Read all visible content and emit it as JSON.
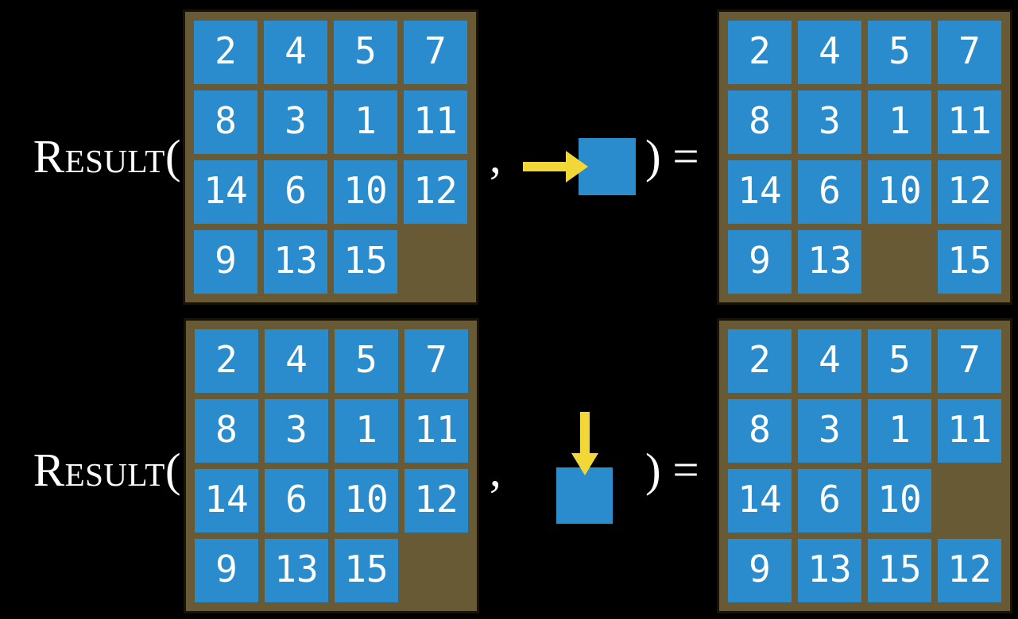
{
  "colors": {
    "background": "#000000",
    "frame": "#675a35",
    "frame_border": "#181208",
    "tile": "#2b8ccd",
    "arrow": "#f1d837",
    "text": "#ffffff"
  },
  "rows": [
    {
      "function_label": "Result(",
      "comma": ",",
      "close_label": ") =",
      "action": {
        "direction": "right",
        "icon": "right-arrow-icon"
      },
      "input_grid": [
        [
          "2",
          "4",
          "5",
          "7"
        ],
        [
          "8",
          "3",
          "1",
          "11"
        ],
        [
          "14",
          "6",
          "10",
          "12"
        ],
        [
          "9",
          "13",
          "15",
          ""
        ]
      ],
      "output_grid": [
        [
          "2",
          "4",
          "5",
          "7"
        ],
        [
          "8",
          "3",
          "1",
          "11"
        ],
        [
          "14",
          "6",
          "10",
          "12"
        ],
        [
          "9",
          "13",
          "",
          "15"
        ]
      ]
    },
    {
      "function_label": "Result(",
      "comma": ",",
      "close_label": ") =",
      "action": {
        "direction": "down",
        "icon": "down-arrow-icon"
      },
      "input_grid": [
        [
          "2",
          "4",
          "5",
          "7"
        ],
        [
          "8",
          "3",
          "1",
          "11"
        ],
        [
          "14",
          "6",
          "10",
          "12"
        ],
        [
          "9",
          "13",
          "15",
          ""
        ]
      ],
      "output_grid": [
        [
          "2",
          "4",
          "5",
          "7"
        ],
        [
          "8",
          "3",
          "1",
          "11"
        ],
        [
          "14",
          "6",
          "10",
          ""
        ],
        [
          "9",
          "13",
          "15",
          "12"
        ]
      ]
    }
  ]
}
